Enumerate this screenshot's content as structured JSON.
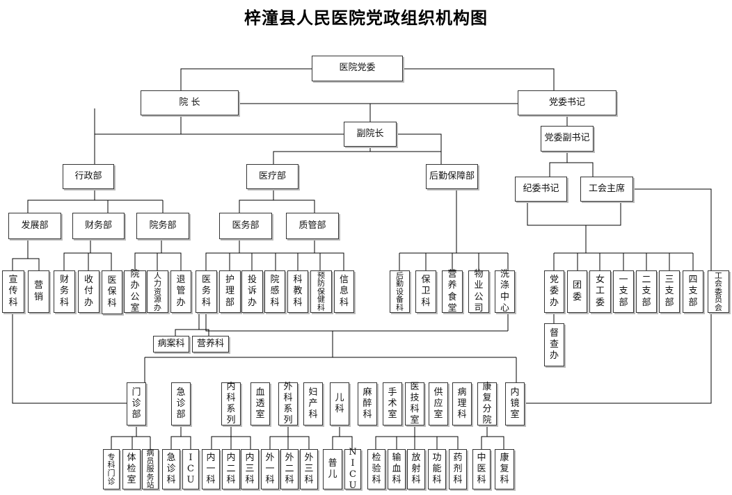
{
  "title": "梓潼县人民医院党政组织机构图",
  "nodes": {
    "party_committee": "医院党委",
    "president": "院  长",
    "party_secretary": "党委书记",
    "vice_president": "副院长",
    "deputy_party_secretary": "党委副书记",
    "admin_dept": "行政部",
    "medical_dept": "医疗部",
    "logistics_dept": "后勤保障部",
    "discipline_secretary": "纪委书记",
    "union_chair": "工会主席",
    "development_dept": "发展部",
    "finance_dept": "财务部",
    "hospital_affairs_dept": "院务部",
    "medical_affairs_dept": "医务部",
    "quality_dept": "质管部",
    "publicity": "宣传科",
    "marketing": "营销",
    "finance_section": "财务科",
    "cashier_office": "收付办",
    "insurance_section": "医保科",
    "president_office": "院办公室",
    "hr_office": "人力资源办",
    "retirement_office": "退管办",
    "medical_section": "医务科",
    "nursing_dept": "护理部",
    "complaint_office": "投诉办",
    "infection_section": "院感科",
    "education_section": "科教科",
    "prevention_section": "预防保健科",
    "info_section": "信息科",
    "logistics_equipment": "后勤设备科",
    "security_section": "保卫科",
    "canteen": "营养食堂",
    "property_company": "物业公司",
    "laundry_center": "洗涤中心",
    "party_office": "党委办",
    "youth_league": "团委",
    "women_committee": "女工委",
    "branch_1": "一支部",
    "branch_2": "二支部",
    "branch_3": "三支部",
    "branch_4": "四支部",
    "union_committee": "工会委员会",
    "supervision_office": "督查办",
    "medical_records": "病案科",
    "nutrition_section": "营养科",
    "outpatient_dept": "门诊部",
    "emergency_dept": "急诊部",
    "internal_medicine": "内科系列",
    "dialysis_room": "血透室",
    "surgery_series": "外科系列",
    "obgyn": "妇产科",
    "pediatrics": "儿科",
    "anesthesia": "麻醉科",
    "operating_room": "手术室",
    "medical_tech": "医技科室",
    "supply_room": "供应室",
    "pathology": "病理科",
    "rehab_branch": "康复分院",
    "endoscopy": "内镜室",
    "specialist_clinic": "专科门诊",
    "physical_exam": "体检室",
    "patient_service": "病员服务站",
    "emergency_section": "急诊科",
    "icu": "ICU",
    "internal_1": "内一科",
    "internal_2": "内二科",
    "internal_3": "内三科",
    "surgery_1": "外一科",
    "surgery_2": "外二科",
    "surgery_3": "外三科",
    "general_pediatrics": "普儿",
    "nicu": "NICU",
    "laboratory": "检验科",
    "blood_transfusion": "输血科",
    "radiology": "放射科",
    "function_section": "功能科",
    "pharmacy": "药剂科",
    "tcm_section": "中医科",
    "rehab_section": "康复科"
  }
}
